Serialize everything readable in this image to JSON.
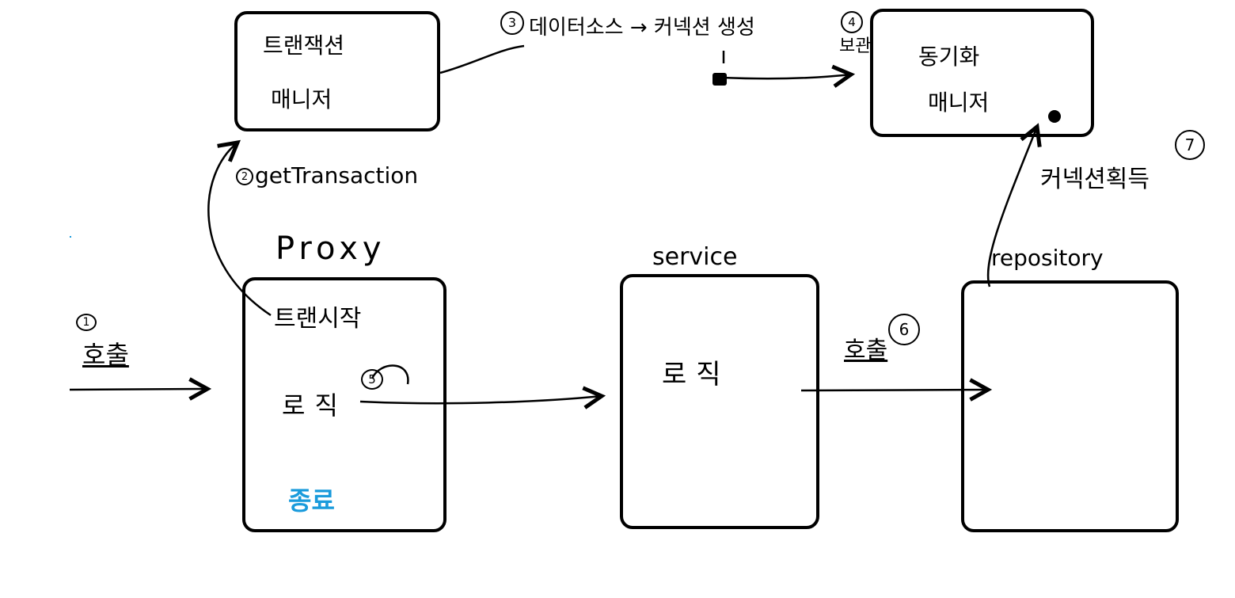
{
  "nodes": {
    "tx_manager": {
      "line1": "트랜잭션",
      "line2": "매니저"
    },
    "sync_manager": {
      "line1": "동기화",
      "line2": "매니저"
    },
    "proxy": {
      "title": "Proxy",
      "start": "트랜시작",
      "logic": "로직",
      "end": "종료"
    },
    "service": {
      "title": "service",
      "logic": "로직"
    },
    "repository": {
      "title": "repository"
    }
  },
  "steps": {
    "s1": {
      "num": "1",
      "label": "호출"
    },
    "s2": {
      "num": "2",
      "label": "getTransaction"
    },
    "s3": {
      "num": "3",
      "label": "데이터소스 → 커넥션 생성"
    },
    "s4": {
      "num": "4",
      "label": "보관"
    },
    "s5": {
      "num": "5"
    },
    "s6": {
      "num": "6",
      "label": "호출"
    },
    "s7": {
      "num": "7",
      "label": "커넥션획득"
    }
  },
  "colors": {
    "ink": "#000000",
    "accent": "#1a9bdc"
  }
}
